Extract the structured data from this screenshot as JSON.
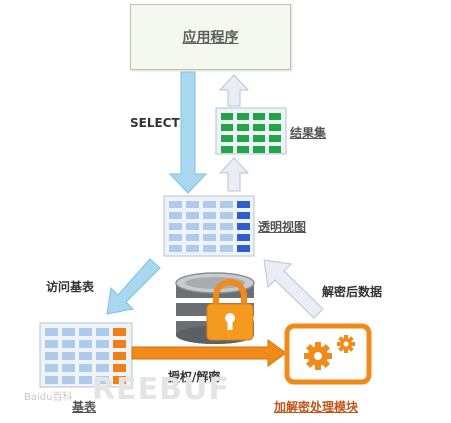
{
  "nodes": {
    "application": "应用程序",
    "result_set": "结果集",
    "transparent_view": "透明视图",
    "base_table": "基表",
    "crypto_module": "加解密处理模块"
  },
  "edges": {
    "select": "SELECT",
    "access_base_table": "访问基表",
    "decrypted_data": "解密后数据",
    "authorize_decrypt": "授权/解密"
  },
  "watermark": {
    "text": "REEBUF",
    "small": "Baidu百科"
  },
  "colors": {
    "blue_arrow": "#9fd3ef",
    "orange": "#f07f1a",
    "green_cell": "#22a447",
    "blue_cell": "#aecbec",
    "dark_blue_cell": "#2f5ed0"
  }
}
